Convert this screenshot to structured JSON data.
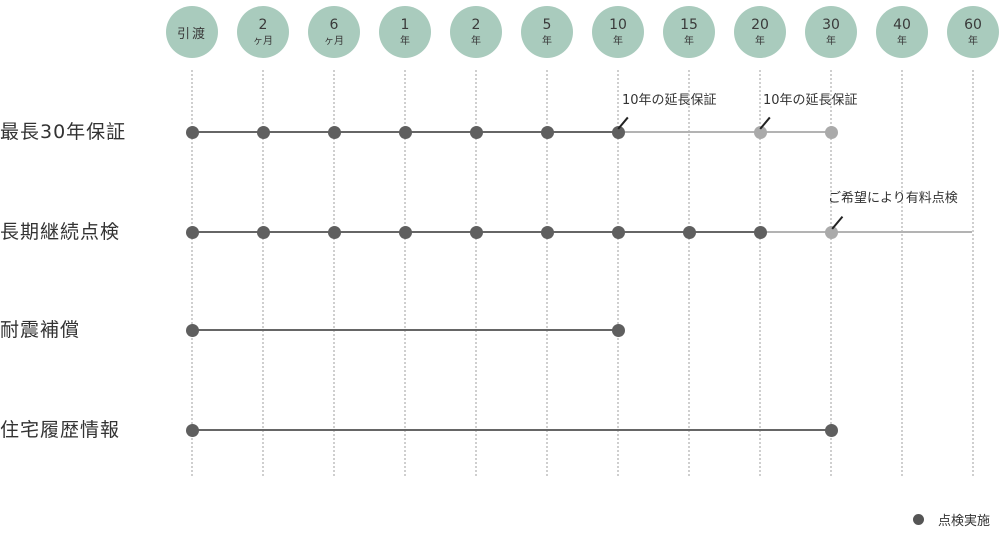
{
  "colors": {
    "header_circle": "#a9cbbd",
    "active_line": "#666666",
    "active_dot": "#5f5f5f",
    "extended_line": "#b3b3b3",
    "extended_dot": "#aaaaaa",
    "grid": "#cfcfcf"
  },
  "columns": [
    {
      "num": "引渡",
      "unit": ""
    },
    {
      "num": "2",
      "unit": "ヶ月"
    },
    {
      "num": "6",
      "unit": "ヶ月"
    },
    {
      "num": "1",
      "unit": "年"
    },
    {
      "num": "2",
      "unit": "年"
    },
    {
      "num": "5",
      "unit": "年"
    },
    {
      "num": "10",
      "unit": "年"
    },
    {
      "num": "15",
      "unit": "年"
    },
    {
      "num": "20",
      "unit": "年"
    },
    {
      "num": "30",
      "unit": "年"
    },
    {
      "num": "40",
      "unit": "年"
    },
    {
      "num": "60",
      "unit": "年"
    }
  ],
  "rows": [
    {
      "label": "最長30年保証"
    },
    {
      "label": "長期継続点検"
    },
    {
      "label": "耐震補償"
    },
    {
      "label": "住宅履歴情報"
    }
  ],
  "annotations": [
    {
      "text": "10年の延長保証"
    },
    {
      "text": "10年の延長保証"
    },
    {
      "text": "ご希望により有料点検"
    }
  ],
  "legend": {
    "label": "点検実施"
  },
  "chart_data": {
    "type": "timeline",
    "title": "",
    "x_categories": [
      "引渡",
      "2ヶ月",
      "6ヶ月",
      "1年",
      "2年",
      "5年",
      "10年",
      "15年",
      "20年",
      "30年",
      "40年",
      "60年"
    ],
    "series": [
      {
        "name": "最長30年保証",
        "active_span": [
          "引渡",
          "10年"
        ],
        "extended_span": [
          "10年",
          "30年"
        ],
        "inspection_points": [
          "引渡",
          "2ヶ月",
          "6ヶ月",
          "1年",
          "2年",
          "5年",
          "10年"
        ],
        "optional_points": [
          "20年",
          "30年"
        ],
        "annotations": [
          {
            "at": "10年",
            "text": "10年の延長保証"
          },
          {
            "at": "20年",
            "text": "10年の延長保証"
          }
        ]
      },
      {
        "name": "長期継続点検",
        "active_span": [
          "引渡",
          "20年"
        ],
        "extended_span": [
          "20年",
          "60年"
        ],
        "inspection_points": [
          "引渡",
          "2ヶ月",
          "6ヶ月",
          "1年",
          "2年",
          "5年",
          "10年",
          "15年",
          "20年"
        ],
        "optional_points": [
          "30年"
        ],
        "annotations": [
          {
            "at": "30年",
            "text": "ご希望により有料点検"
          }
        ]
      },
      {
        "name": "耐震補償",
        "active_span": [
          "引渡",
          "10年"
        ],
        "inspection_points": [
          "引渡",
          "10年"
        ]
      },
      {
        "name": "住宅履歴情報",
        "active_span": [
          "引渡",
          "30年"
        ],
        "inspection_points": [
          "引渡",
          "30年"
        ]
      }
    ],
    "legend": [
      {
        "marker": "dark-dot",
        "label": "点検実施"
      }
    ]
  }
}
